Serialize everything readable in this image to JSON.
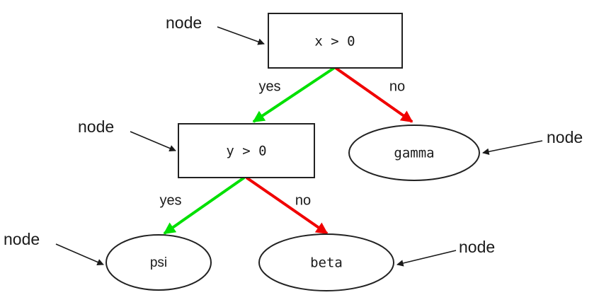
{
  "diagram": {
    "type": "decision-tree",
    "background_color": "#ffffff",
    "colors": {
      "yes_edge": "#00e000",
      "no_edge": "#f00000",
      "node_stroke": "#222222",
      "text": "#1a1a1a",
      "annotation": "#1a1a1a"
    },
    "decision_nodes": [
      {
        "id": "root",
        "label": "x > 0",
        "shape": "rectangle"
      },
      {
        "id": "second",
        "label": "y > 0",
        "shape": "rectangle"
      }
    ],
    "leaf_nodes": [
      {
        "id": "gamma",
        "label": "gamma",
        "shape": "ellipse"
      },
      {
        "id": "psi",
        "label": "psi",
        "shape": "ellipse"
      },
      {
        "id": "beta",
        "label": "beta",
        "shape": "ellipse"
      }
    ],
    "edges": [
      {
        "from": "root",
        "to": "second",
        "label": "yes",
        "color": "#00e000"
      },
      {
        "from": "root",
        "to": "gamma",
        "label": "no",
        "color": "#f00000"
      },
      {
        "from": "second",
        "to": "psi",
        "label": "yes",
        "color": "#00e000"
      },
      {
        "from": "second",
        "to": "beta",
        "label": "no",
        "color": "#f00000"
      }
    ],
    "annotations": [
      {
        "id": "annot-root",
        "label": "node",
        "points_to": "root"
      },
      {
        "id": "annot-second",
        "label": "node",
        "points_to": "second"
      },
      {
        "id": "annot-gamma",
        "label": "node",
        "points_to": "gamma"
      },
      {
        "id": "annot-psi",
        "label": "node",
        "points_to": "psi"
      },
      {
        "id": "annot-beta",
        "label": "node",
        "points_to": "beta"
      }
    ]
  }
}
